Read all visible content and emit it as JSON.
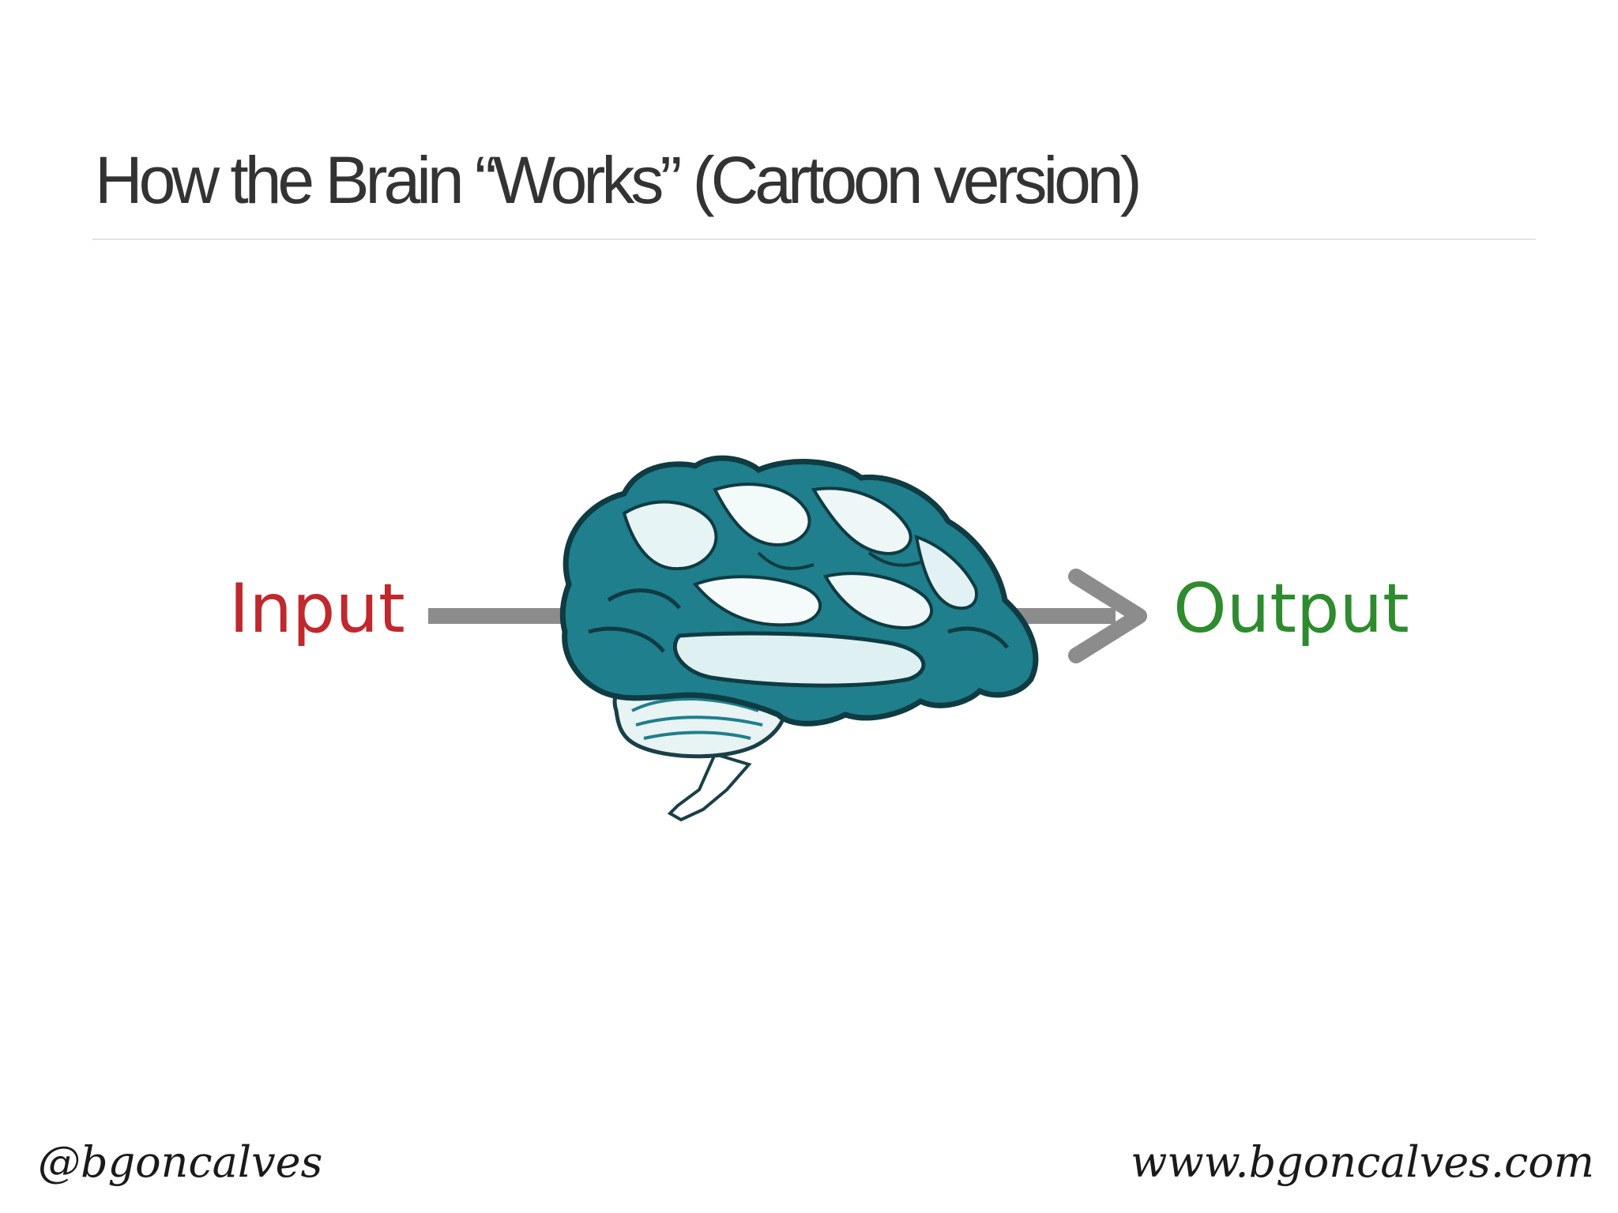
{
  "slide": {
    "title": "How the Brain “Works” (Cartoon version)"
  },
  "diagram": {
    "input_label": "Input",
    "output_label": "Output",
    "input_color": "#c0282e",
    "output_color": "#2e8b2e",
    "arrow_color": "#8c8c8c",
    "brain_color": "#1f7f8c",
    "brain_icon": "brain-illustration"
  },
  "footer": {
    "handle": "@bgoncalves",
    "website": "www.bgoncalves.com"
  }
}
